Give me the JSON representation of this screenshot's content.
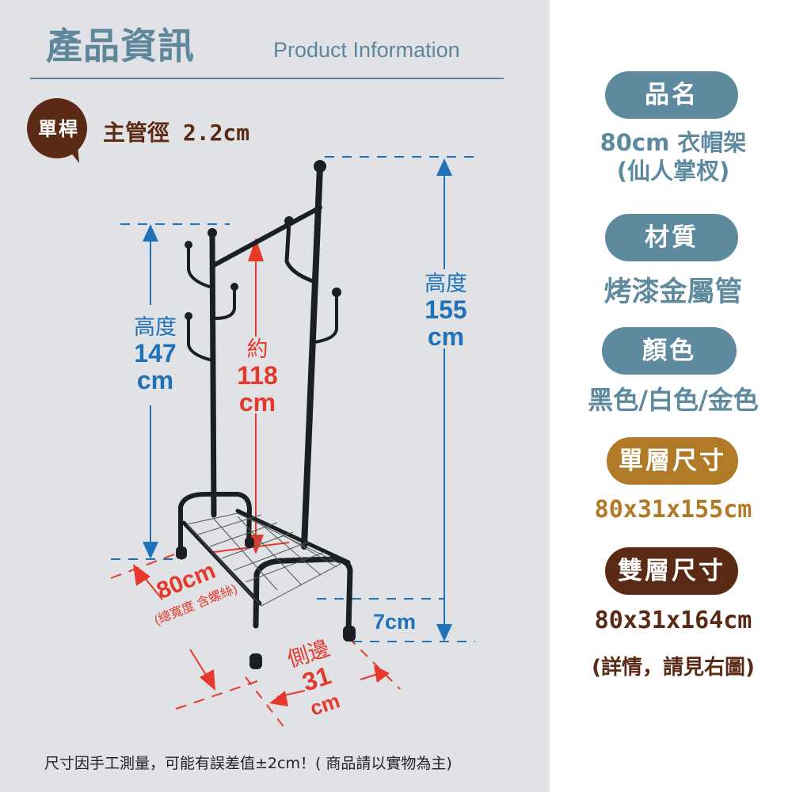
{
  "header": {
    "title_zh": "產品資訊",
    "title_en": "Product Information"
  },
  "tube": {
    "badge": "單桿",
    "spec": "主管徑 2.2cm"
  },
  "dimensions": {
    "hook_height": {
      "label": "高度",
      "value": "147",
      "unit": "cm"
    },
    "bar_height": {
      "label": "約",
      "value": "118",
      "unit": "cm"
    },
    "total_height": {
      "label": "高度",
      "value": "155",
      "unit": "cm"
    },
    "width": {
      "value": "80cm",
      "note": "(總寬度 含螺絲)"
    },
    "side": {
      "label": "側邊",
      "value": "31",
      "unit": "cm"
    },
    "wheel": {
      "value": "7cm"
    }
  },
  "specs": {
    "name": {
      "label": "品名",
      "line1": "80cm 衣帽架",
      "line2": "(仙人掌杈)"
    },
    "material": {
      "label": "材質",
      "value": "烤漆金屬管"
    },
    "color": {
      "label": "顏色",
      "value": "黑色/白色/金色"
    },
    "single": {
      "label": "單層尺寸",
      "value": "80x31x155cm"
    },
    "double": {
      "label": "雙層尺寸",
      "value": "80x31x164cm",
      "note": "(詳情，請見右圖)"
    }
  },
  "footer": {
    "note": "尺寸因手工測量，可能有誤差值±2cm！( 商品請以實物為主)"
  },
  "colors": {
    "panel_bg": "#e1e2e6",
    "slate_blue": "#5d8a9e",
    "gold": "#b07a26",
    "brown": "#5a2a14",
    "dim_blue": "#1f72b8",
    "dim_red": "#e5392b"
  }
}
